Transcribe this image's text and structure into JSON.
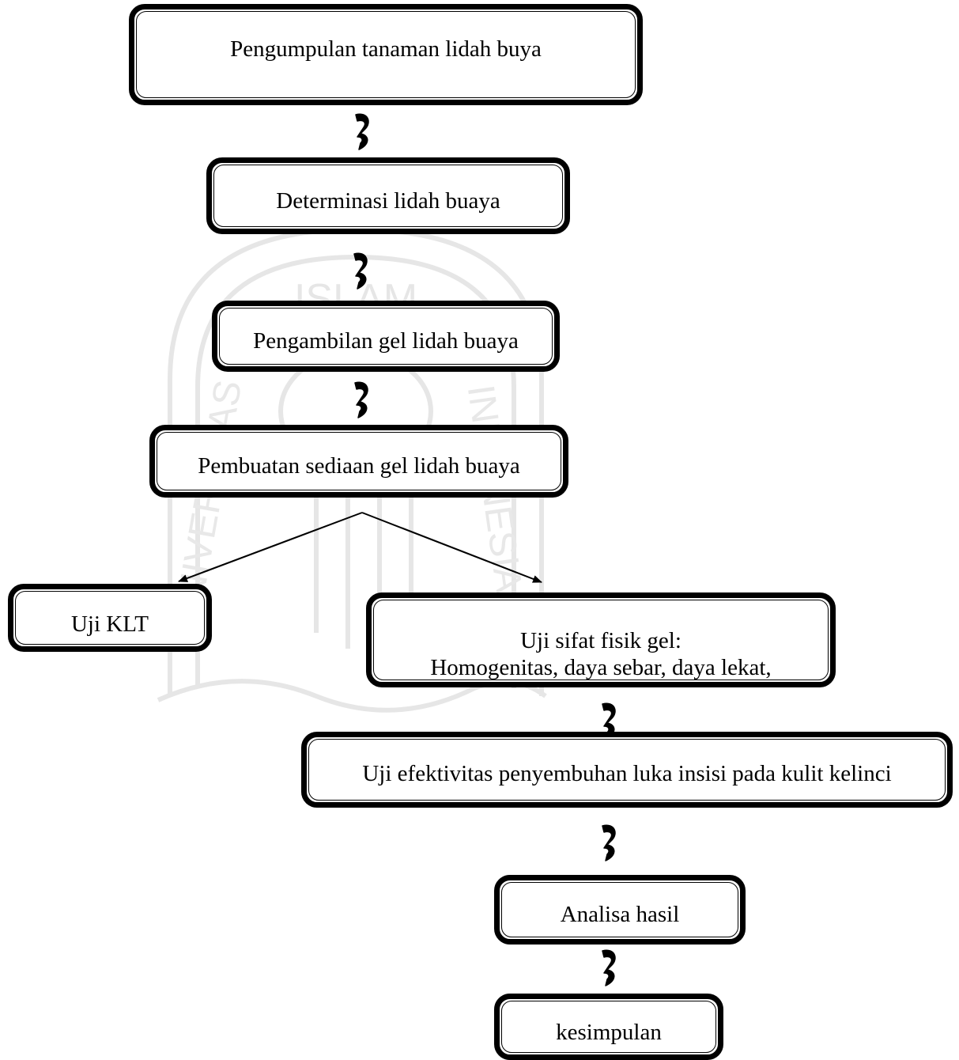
{
  "flow": {
    "steps": [
      {
        "label": "Pengumpulan tanaman lidah buya"
      },
      {
        "label": "Determinasi lidah buaya"
      },
      {
        "label": "Pengambilan gel lidah buaya"
      },
      {
        "label": "Pembuatan sediaan gel lidah buaya"
      },
      {
        "label": "Uji KLT"
      },
      {
        "label": "Uji sifat fisik gel:",
        "label2": "Homogenitas, daya sebar, daya lekat,"
      },
      {
        "label": "Uji efektivitas penyembuhan luka insisi pada kulit kelinci"
      },
      {
        "label": "Analisa hasil"
      },
      {
        "label": "kesimpulan"
      }
    ]
  },
  "watermark": {
    "arc_top": "ISLAM",
    "arc_left": "UNIVERSITAS",
    "arc_right": "INDONESIA"
  },
  "colors": {
    "line": "#000000",
    "watermark": "#e4e4e4"
  }
}
